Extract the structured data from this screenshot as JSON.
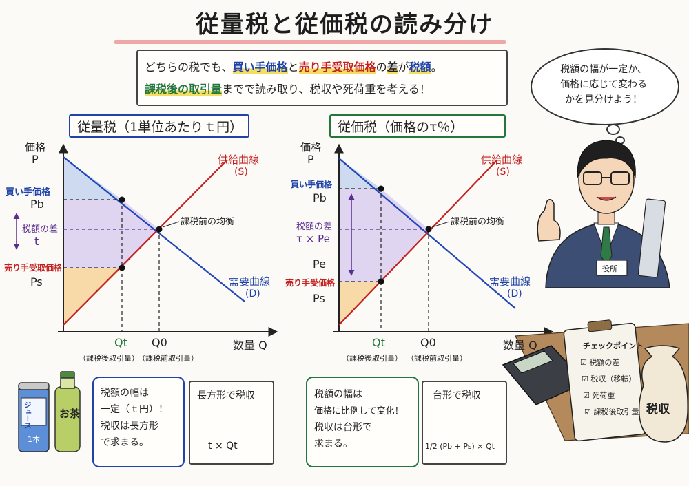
{
  "title": "従量税と従価税の読み分け",
  "intro": {
    "l1_p1": "どちらの税でも、",
    "l1_buy": "買い手価格",
    "l1_p2": "と",
    "l1_sell": "売り手受取価格",
    "l1_p3": "の",
    "l1_diff": "差",
    "l1_p4": "が",
    "l1_tax": "税額",
    "l1_p5": "。",
    "l2_qty": "課税後の取引量",
    "l2_rest": "までで読み取り、税収や死荷重を考える！"
  },
  "bubble": {
    "lines": [
      "税額の幅が一定か、",
      "価格に応じて変わる",
      "かを見分けよう！"
    ]
  },
  "unit_tax": {
    "section_title": "従量税（1単位あたりｔ円）",
    "y_axis": "価格",
    "y_symbol": "P",
    "x_axis": "数量 Q",
    "supply_label": "供給曲線",
    "supply_symbol": "(S)",
    "demand_label": "需要曲線",
    "demand_symbol": "(D)",
    "eq_label": "課税前の均衡",
    "buyer_price_label": "買い手価格",
    "buyer_price_symbol": "Pb",
    "tax_diff_label": "税額の差",
    "tax_diff_symbol": "t",
    "seller_price_label": "売り手受取価格",
    "seller_price_symbol": "Ps",
    "qt_symbol": "Qt",
    "qt_caption": "（課税後取引量）",
    "q0_symbol": "Q0",
    "q0_caption": "（課税前取引量）",
    "note_lines": [
      "税額の幅は",
      "一定（ｔ円）！",
      "税収は長方形",
      "で求まる。"
    ],
    "formula_title": "長方形で税収",
    "formula": "t × Qt"
  },
  "ad_valorem": {
    "section_title": "従価税（価格のτ％）",
    "y_axis": "価格",
    "y_symbol": "P",
    "x_axis": "数量 Q",
    "supply_label": "供給曲線",
    "supply_symbol": "(S)",
    "demand_label": "需要曲線",
    "demand_symbol": "(D)",
    "eq_label": "課税前の均衡",
    "buyer_price_label": "買い手価格",
    "buyer_price_symbol": "Pb",
    "tax_diff_label": "税額の差",
    "tax_diff_symbol": "τ × Pe",
    "pe_symbol": "Pe",
    "seller_price_label": "売り手受価格",
    "seller_price_symbol": "Ps",
    "qt_symbol": "Qt",
    "qt_caption": "（課税後取引量）",
    "q0_symbol": "Q0",
    "q0_caption": "（課税前取引量）",
    "note_lines": [
      "税額の幅は",
      "価格に比例して変化！",
      "税収は台形で",
      "求まる。"
    ],
    "formula_title": "台形で税収",
    "formula": "1/2 (Pb + Ps) × Qt"
  },
  "illustration": {
    "can_label": "ジュース",
    "can_sub": "1本",
    "bottle_label": "お茶",
    "badge": "役所",
    "clipboard_title": "チェックポイント",
    "checklist": [
      "税額の差",
      "税収（移転）",
      "死荷重",
      "課税後取引量"
    ],
    "bag_label": "税収"
  },
  "colors": {
    "blue": "#1f43a8",
    "red": "#c42020",
    "green": "#23773d",
    "purple": "#5a2d91",
    "shade_blue": "#c6d3ef",
    "shade_purple": "#ddd0ef",
    "shade_orange": "#f6d39a"
  }
}
